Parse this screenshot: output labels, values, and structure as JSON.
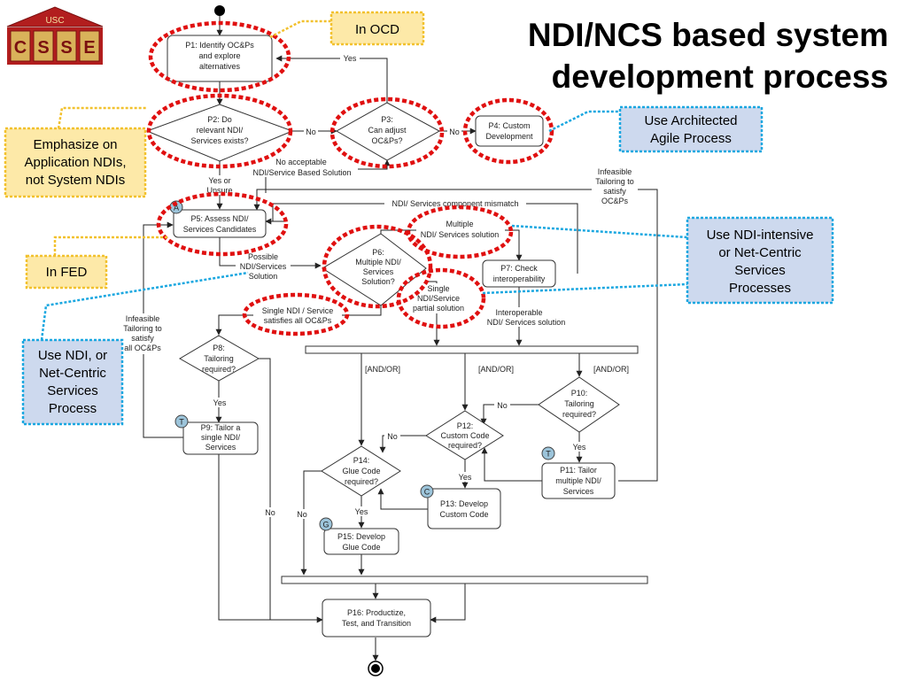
{
  "logo": {
    "top": "USC",
    "letters": [
      "C",
      "S",
      "S",
      "E"
    ]
  },
  "title": {
    "line1": "NDI/NCS based system",
    "line2": "development process"
  },
  "callouts": {
    "in_ocd": "In OCD",
    "in_fed": "In FED",
    "emphasize": [
      "Emphasize on",
      "Application NDIs,",
      "not System NDIs"
    ],
    "use_agile": [
      "Use Architected",
      "Agile Process"
    ],
    "use_ndi_intensive": [
      "Use NDI-intensive",
      "or Net-Centric",
      "Services",
      "Processes"
    ],
    "use_ndi": [
      "Use NDI, or",
      "Net-Centric",
      "Services",
      "Process"
    ]
  },
  "nodes": {
    "p1": [
      "P1: Identify OC&Ps",
      "and explore",
      "alternatives"
    ],
    "p2": [
      "P2:  Do",
      "relevant NDI/",
      "Services exists?"
    ],
    "p3": [
      "P3:",
      "Can adjust",
      "OC&Ps?"
    ],
    "p4": [
      "P4: Custom",
      "Development"
    ],
    "p5": [
      "P5: Assess NDI/",
      "Services Candidates"
    ],
    "p6": [
      "P6:",
      "Multiple NDI/",
      "Services",
      "Solution?"
    ],
    "p7": [
      "P7: Check",
      "interoperability"
    ],
    "p8": [
      "P8:",
      "Tailoring",
      "required?"
    ],
    "p9": [
      "P9: Tailor a",
      "single NDI/",
      "Services"
    ],
    "p10": [
      "P10:",
      "Tailoring",
      "required?"
    ],
    "p11": [
      "P11: Tailor",
      "multiple NDI/",
      "Services"
    ],
    "p12": [
      "P12:",
      "Custom Code",
      "required?"
    ],
    "p13": [
      "P13: Develop",
      "Custom Code"
    ],
    "p14": [
      "P14:",
      "Glue Code",
      "required?"
    ],
    "p15": [
      "P15: Develop",
      "Glue Code"
    ],
    "p16": [
      "P16: Productize,",
      "Test, and Transition"
    ]
  },
  "badges": {
    "a": "A",
    "t1": "T",
    "t2": "T",
    "c": "C",
    "g": "G"
  },
  "edge_labels": {
    "yes_top": "Yes",
    "no_p2": "No",
    "no_p3": "No",
    "no_acceptable": [
      "No acceptable",
      "NDI/Service Based Solution"
    ],
    "yes_unsure": [
      "Yes or",
      "Unsure"
    ],
    "infeasible_right": [
      "Infeasible",
      "Tailoring to",
      "satisfy",
      "OC&Ps"
    ],
    "mismatch": "NDI/ Services component mismatch",
    "multiple": [
      "Multiple",
      "NDI/ Services solution"
    ],
    "possible": [
      "Possible",
      "NDI/Services",
      "Solution"
    ],
    "single_ndi": [
      "Single NDI / Service",
      "satisfies all OC&Ps"
    ],
    "single_partial": [
      "Single",
      "NDI/Service",
      "partial solution"
    ],
    "interoperable": [
      "Interoperable",
      "NDI/ Services solution"
    ],
    "infeasible_left": [
      "Infeasible",
      "Tailoring to",
      "satisfy",
      "all OC&Ps"
    ],
    "and_or_1": "[AND/OR]",
    "and_or_2": "[AND/OR]",
    "and_or_3": "[AND/OR]",
    "yes_p8": "Yes",
    "no_p8": "No",
    "no_p10": "No",
    "yes_p10": "Yes",
    "no_p12": "No",
    "yes_p12": "Yes",
    "no_p14": "No",
    "yes_p14": "Yes"
  },
  "colors": {
    "red_dash": "#e01010",
    "cyan_dash": "#1aa7e0",
    "yellow_dash": "#f2c12e",
    "blue_callout_fill": "#cdd9ee",
    "yellow_callout_fill": "#fde9a8",
    "badge_fill": "#9cc4da",
    "logo_red": "#b21e1e",
    "logo_gold": "#d9b25a"
  }
}
